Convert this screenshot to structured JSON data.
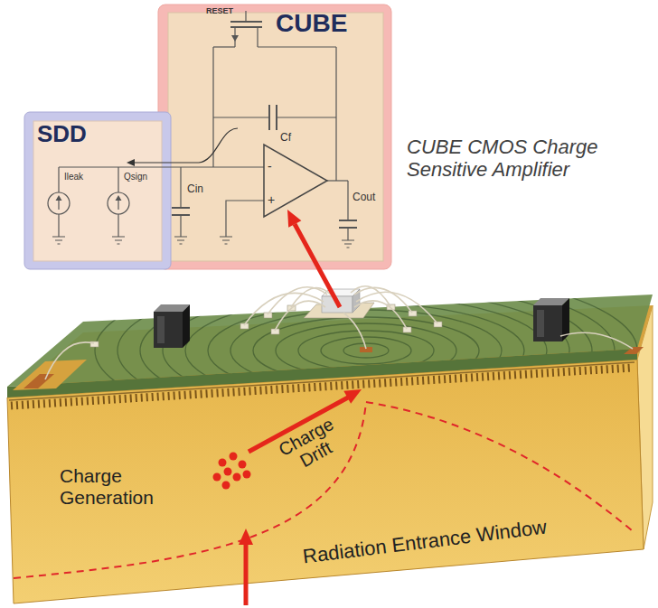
{
  "diagram": {
    "nodes": [
      {
        "text": [
          "CUBE"
        ]
      },
      {
        "text": [
          "SDD"
        ]
      }
    ],
    "labels": [
      "RESET",
      "Cf",
      "-",
      "+",
      "Cin",
      "Cout",
      "Ileak",
      "Qsign",
      "CUBE CMOS Charge Sensitive Amplifier",
      "Charge Generation",
      "Charge Drift",
      "Radiation Entrance Window"
    ]
  }
}
